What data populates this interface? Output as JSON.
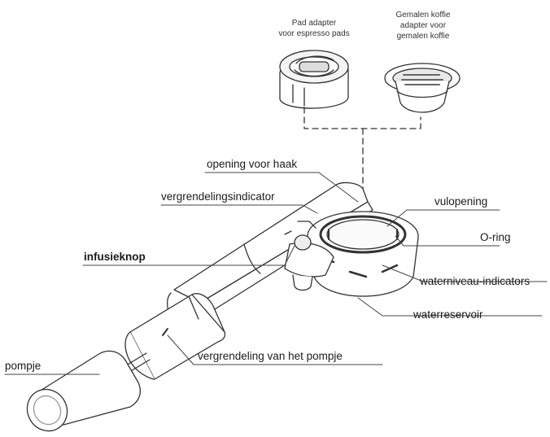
{
  "accessories": {
    "pad_adapter": {
      "line1": "Pad adapter",
      "line2": "voor espresso pads"
    },
    "ground_adapter": {
      "line1": "Gemalen koffie",
      "line2": "adapter voor",
      "line3": "gemalen koffie"
    }
  },
  "labels": {
    "hook_opening": "opening voor haak",
    "lock_indicator": "vergrendelingsindicator",
    "infusion_knob": "infusieknop",
    "fill_opening": "vulopening",
    "o_ring": "O-ring",
    "water_level": "waterniveau-indicators",
    "water_tank": "waterreservoir",
    "pump_lock": "vergrendeling van het pompje",
    "pump": "pompje"
  }
}
